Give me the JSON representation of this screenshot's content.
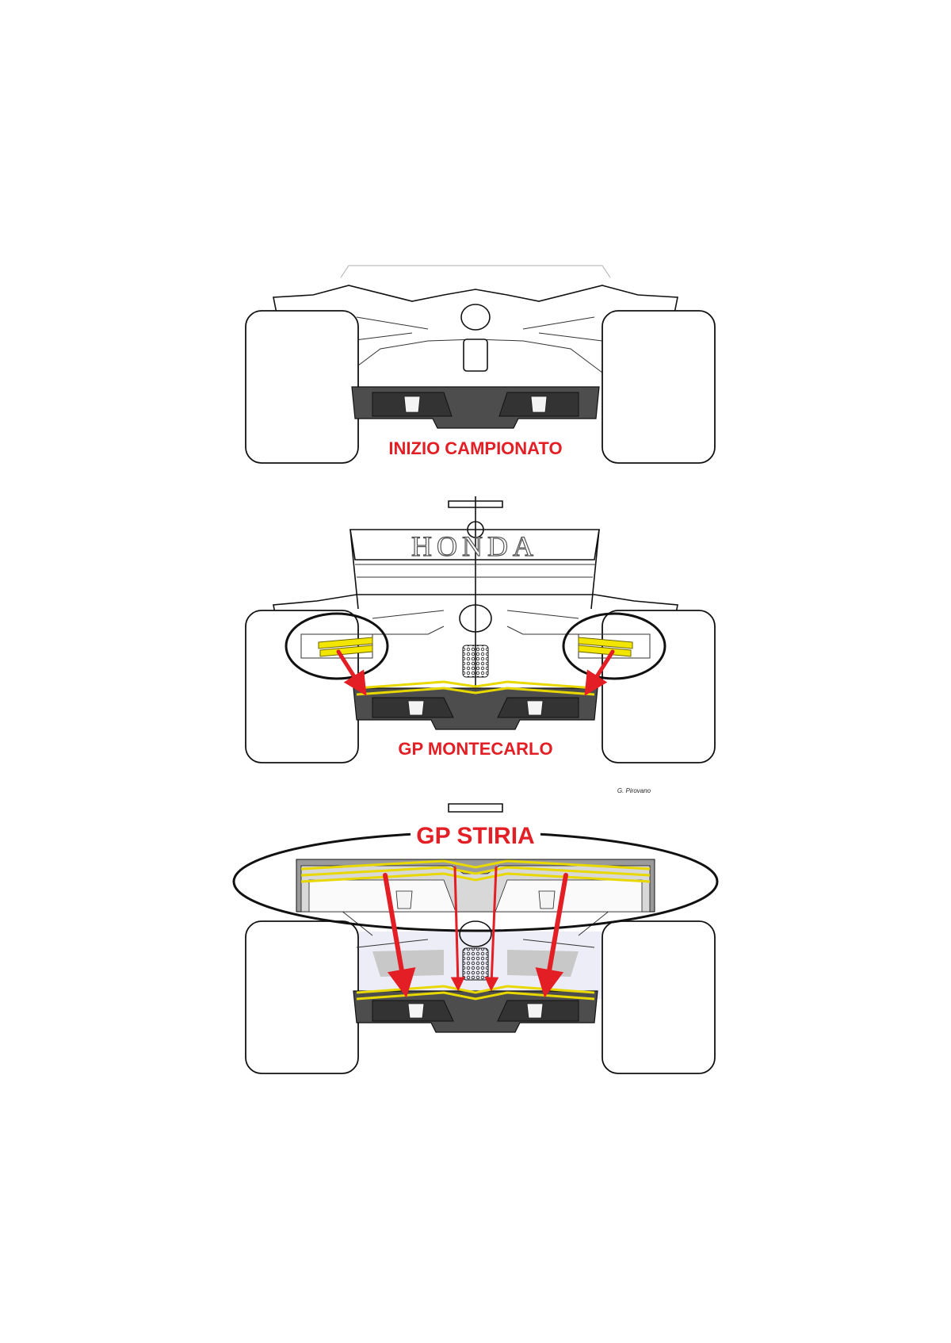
{
  "captions": {
    "first": "INIZIO CAMPIONATO",
    "second": "GP MONTECARLO",
    "third": "GP STIRIA"
  },
  "credit": "G. Pirovano",
  "wing_lettering": "HONDA",
  "colors": {
    "caption": "#e31e24",
    "highlight": "#f2e600",
    "diffuser": "#4d4d4d",
    "outline": "#111111"
  }
}
